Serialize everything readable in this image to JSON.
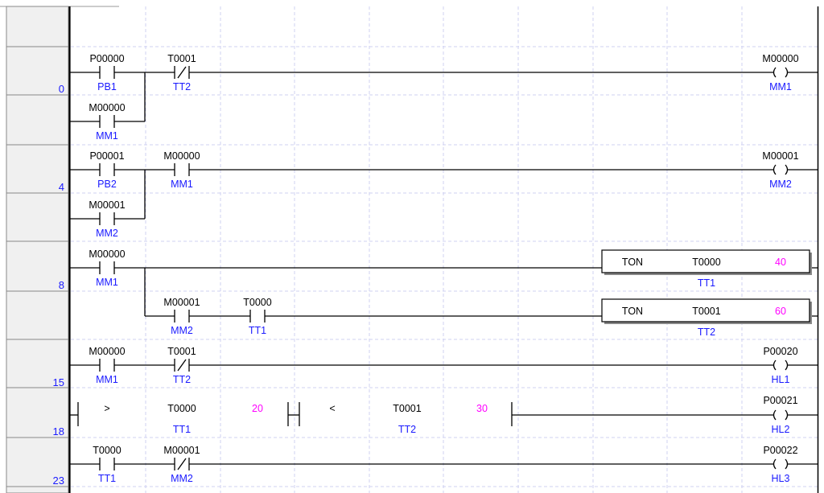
{
  "rungs": [
    {
      "step": "0",
      "contacts": [
        {
          "addr": "P00000",
          "name": "PB1",
          "type": "NO"
        },
        {
          "addr": "M00000",
          "name": "MM1",
          "type": "NO"
        },
        {
          "addr": "T0001",
          "name": "TT2",
          "type": "NC"
        }
      ],
      "coil": {
        "addr": "M00000",
        "name": "MM1"
      }
    },
    {
      "step": "4",
      "contacts": [
        {
          "addr": "P00001",
          "name": "PB2",
          "type": "NO"
        },
        {
          "addr": "M00001",
          "name": "MM2",
          "type": "NO"
        },
        {
          "addr": "M00000",
          "name": "MM1",
          "type": "NO"
        }
      ],
      "coil": {
        "addr": "M00001",
        "name": "MM2"
      }
    },
    {
      "step": "8",
      "contacts": [
        {
          "addr": "M00000",
          "name": "MM1",
          "type": "NO"
        },
        {
          "addr": "M00001",
          "name": "MM2",
          "type": "NO"
        },
        {
          "addr": "T0000",
          "name": "TT1",
          "type": "NO"
        }
      ],
      "timers": [
        {
          "instr": "TON",
          "addr": "T0000",
          "preset": "40",
          "name": "TT1"
        },
        {
          "instr": "TON",
          "addr": "T0001",
          "preset": "60",
          "name": "TT2"
        }
      ]
    },
    {
      "step": "15",
      "contacts": [
        {
          "addr": "M00000",
          "name": "MM1",
          "type": "NO"
        },
        {
          "addr": "T0001",
          "name": "TT2",
          "type": "NC"
        }
      ],
      "coil": {
        "addr": "P00020",
        "name": "HL1"
      }
    },
    {
      "step": "18",
      "compares": [
        {
          "op": ">",
          "addr": "T0000",
          "value": "20",
          "name": "TT1"
        },
        {
          "op": "<",
          "addr": "T0001",
          "value": "30",
          "name": "TT2"
        }
      ],
      "coil": {
        "addr": "P00021",
        "name": "HL2"
      }
    },
    {
      "step": "23",
      "contacts": [
        {
          "addr": "T0000",
          "name": "TT1",
          "type": "NO"
        },
        {
          "addr": "M00001",
          "name": "MM2",
          "type": "NC"
        }
      ],
      "coil": {
        "addr": "P00022",
        "name": "HL3"
      }
    }
  ],
  "colors": {
    "device_name": "#1a1aff",
    "constant": "#ff00ff",
    "grid": "#cfd0f2",
    "gutter": "#f0f0f0"
  }
}
